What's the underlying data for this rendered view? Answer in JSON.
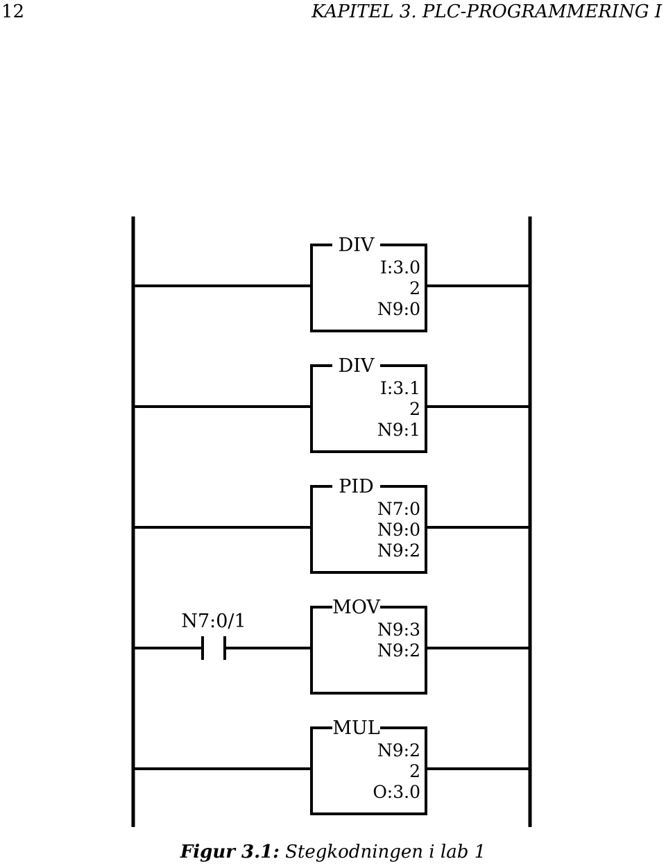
{
  "header": {
    "page_number": "12",
    "chapter_title": "KAPITEL 3.  PLC-PROGRAMMERING I"
  },
  "rungs": [
    {
      "contact": null,
      "block": {
        "name": "DIV",
        "operands": [
          "I:3.0",
          "2",
          "N9:0"
        ]
      }
    },
    {
      "contact": null,
      "block": {
        "name": "DIV",
        "operands": [
          "I:3.1",
          "2",
          "N9:1"
        ]
      }
    },
    {
      "contact": null,
      "block": {
        "name": "PID",
        "operands": [
          "N7:0",
          "N9:0",
          "N9:2"
        ]
      }
    },
    {
      "contact": {
        "label": "N7:0/1"
      },
      "block": {
        "name": "MOV",
        "operands": [
          "N9:3",
          "N9:2"
        ]
      }
    },
    {
      "contact": null,
      "block": {
        "name": "MUL",
        "operands": [
          "N9:2",
          "2",
          "O:3.0"
        ]
      }
    }
  ],
  "caption": {
    "label": "Figur 3.1:",
    "text": "Stegkodningen i lab 1"
  }
}
